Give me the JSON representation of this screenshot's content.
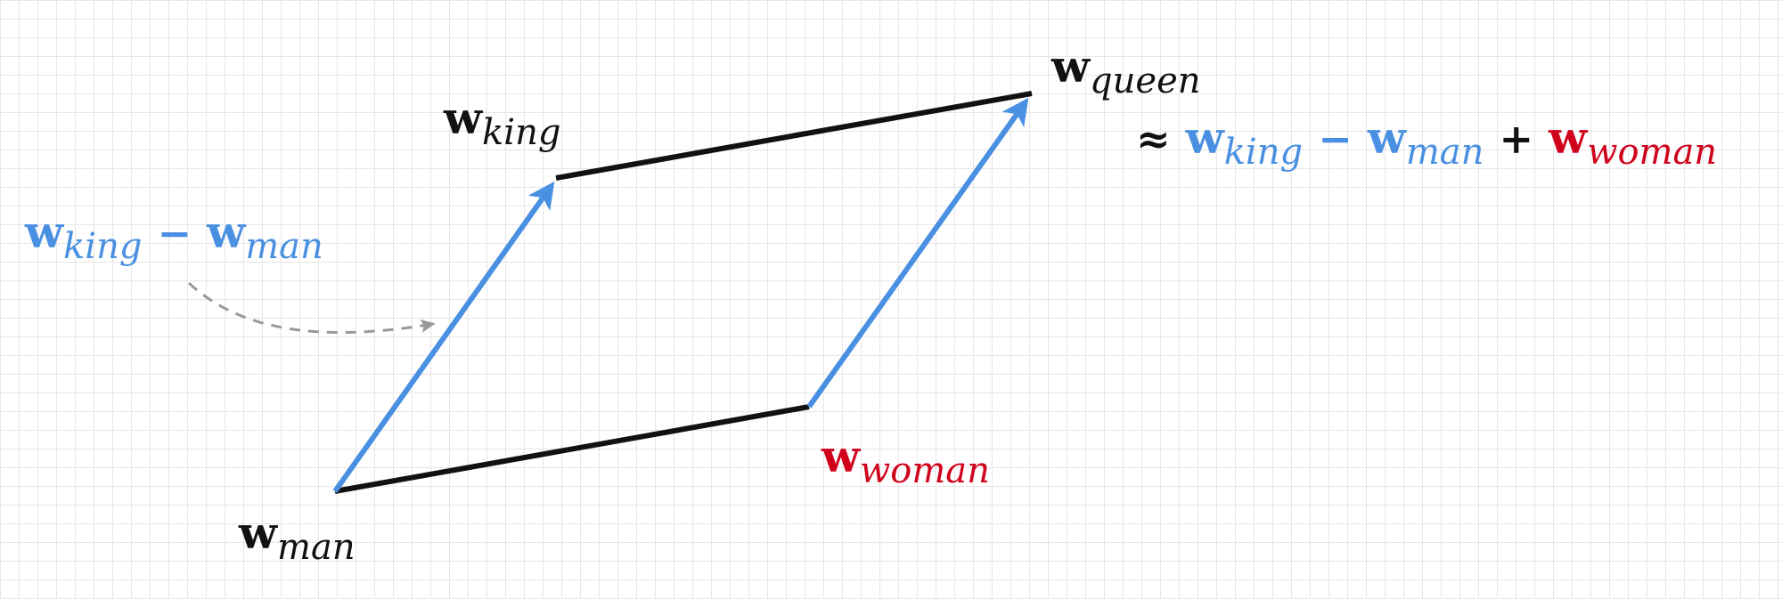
{
  "colors": {
    "blue": "#4a90e2",
    "red": "#d0021b",
    "black": "#111111",
    "grey_dashed": "#999999",
    "grid": "#e6e6e6"
  },
  "labels": {
    "w_man": {
      "base": "w",
      "sub": "man"
    },
    "w_king": {
      "base": "w",
      "sub": "king"
    },
    "w_woman": {
      "base": "w",
      "sub": "woman"
    },
    "w_queen": {
      "base": "w",
      "sub": "queen"
    },
    "side_expression": {
      "t1": {
        "base": "w",
        "sub": "king"
      },
      "op": "−",
      "t2": {
        "base": "w",
        "sub": "man"
      }
    },
    "equation": {
      "approx": "≈",
      "t1": {
        "base": "w",
        "sub": "king"
      },
      "op1": "−",
      "t2": {
        "base": "w",
        "sub": "man"
      },
      "op2": "+",
      "t3": {
        "base": "w",
        "sub": "woman"
      }
    }
  }
}
